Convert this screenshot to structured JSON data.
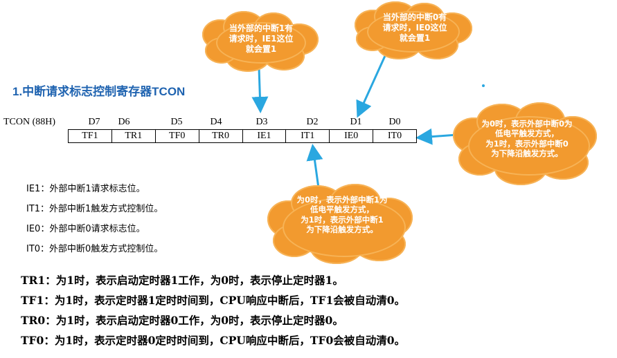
{
  "heading": "1.中断请求标志控制寄存器TCON",
  "register": {
    "label": "TCON (88H)",
    "bit_numbers": [
      "D7",
      "D6",
      "D5",
      "D4",
      "D3",
      "D2",
      "D1",
      "D0"
    ],
    "bits": [
      "TF1",
      "TR1",
      "TF0",
      "TR0",
      "IE1",
      "IT1",
      "IE0",
      "IT0"
    ]
  },
  "callouts": {
    "ie1": "当外部的中断1有\n请求时，IE1这位\n就会置1",
    "ie0": "当外部的中断0有\n请求时，IE0这位\n就会置1",
    "it0": "为0时，表示外部中断0为\n低电平触发方式，\n为1时，表示外部中断0\n为下降沿触发方式。",
    "it1": "为0时，表示外部中断1为\n低电平触发方式，\n为1时，表示外部中断1\n为下降沿触发方式。"
  },
  "definitions": [
    "IE1：外部中断1请求标志位。",
    "IT1：外部中断1触发方式控制位。",
    "IE0：外部中断0请求标志位。",
    "IT0：外部中断0触发方式控制位。"
  ],
  "descriptions": [
    "TR1：为1时，表示启动定时器1工作，为0时，表示停止定时器1。",
    "TF1：为1时，表示定时器1定时时间到，CPU响应中断后，TF1会被自动清0。",
    "TR0：为1时，表示启动定时器0工作，为0时，表示停止定时器0。",
    "TF0：为1时，表示定时器0定时时间到，CPU响应中断后，TF0会被自动清0。"
  ],
  "colors": {
    "heading": "#1f63b0",
    "cloud_fill": "#f29a2f",
    "cloud_text": "#ffffff",
    "arrow": "#2aa7e0"
  }
}
